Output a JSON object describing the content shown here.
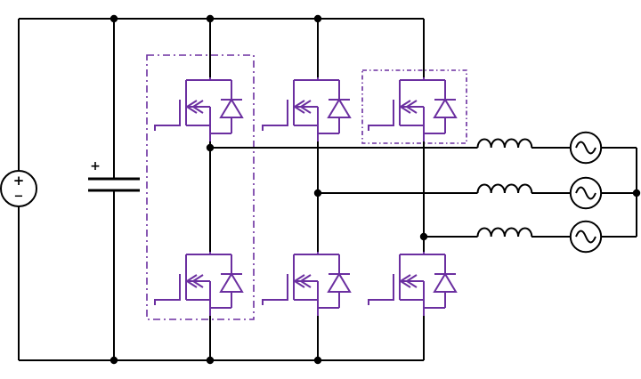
{
  "diagram": {
    "kind": "circuit-schematic",
    "description": "Three-phase two-level inverter: DC voltage source, DC-link capacitor, six MOSFETs with anti-parallel body diodes arranged in three half-bridge legs, per-phase series inductors feeding three AC sine sources joined at a common node",
    "colors": {
      "background": "#ffffff",
      "wire": "#000000",
      "device": "#6b2fa0"
    },
    "dc_source": {
      "plus_label": "+",
      "minus_label": "−"
    },
    "dc_link_capacitor": {
      "plus_label": "+"
    },
    "legs": [
      {
        "name": "leg-1",
        "high_side": "mosfet-with-body-diode",
        "low_side": "mosfet-with-body-diode",
        "highlight_box": {
          "style": "dash-dot",
          "scope": "entire-leg"
        }
      },
      {
        "name": "leg-2",
        "high_side": "mosfet-with-body-diode",
        "low_side": "mosfet-with-body-diode",
        "highlight_box": null
      },
      {
        "name": "leg-3",
        "high_side": "mosfet-with-body-diode",
        "low_side": "mosfet-with-body-diode",
        "highlight_box": {
          "style": "dash-dot",
          "scope": "high-side-only"
        }
      }
    ],
    "phases": [
      {
        "name": "phase-a",
        "inductor_turns": 4,
        "ac_source": "sine"
      },
      {
        "name": "phase-b",
        "inductor_turns": 4,
        "ac_source": "sine"
      },
      {
        "name": "phase-c",
        "inductor_turns": 4,
        "ac_source": "sine"
      }
    ]
  }
}
